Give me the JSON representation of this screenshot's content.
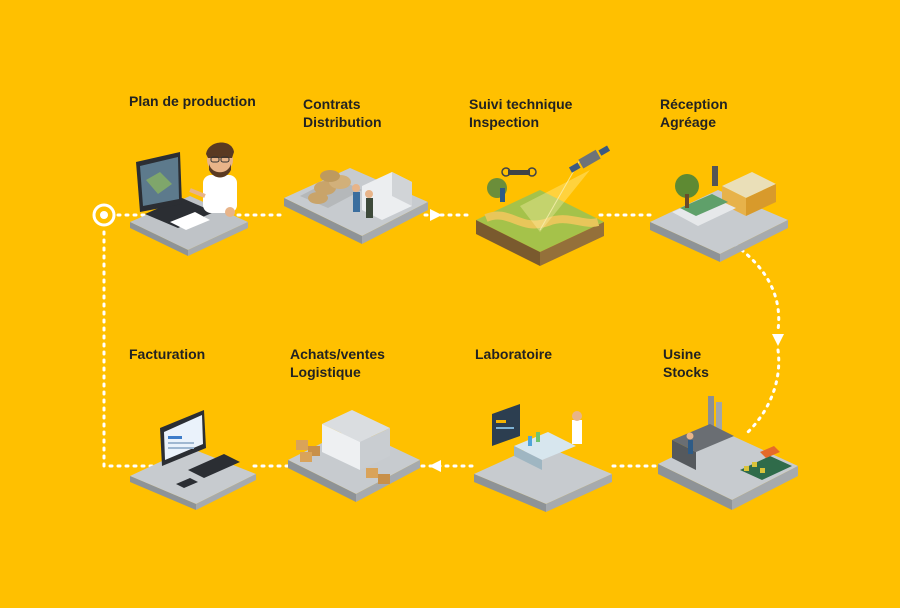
{
  "diagram": {
    "background": "#FFC000",
    "connector_color": "#FFFFFF",
    "top_row": [
      {
        "id": "plan",
        "lines": [
          "Plan de production"
        ],
        "icon": "laptop-farmer-icon"
      },
      {
        "id": "contrats",
        "lines": [
          "Contrats",
          "Distribution"
        ],
        "icon": "truck-sacks-icon"
      },
      {
        "id": "suivi",
        "lines": [
          "Suivi technique",
          "Inspection"
        ],
        "icon": "field-satellite-drone-icon"
      },
      {
        "id": "reception",
        "lines": [
          "Réception",
          "Agréage"
        ],
        "icon": "silo-truck-icon"
      }
    ],
    "bottom_row": [
      {
        "id": "facturation",
        "lines": [
          "Facturation"
        ],
        "icon": "computer-invoice-icon"
      },
      {
        "id": "achats",
        "lines": [
          "Achats/ventes",
          "Logistique"
        ],
        "icon": "warehouse-pallets-icon"
      },
      {
        "id": "laboratoire",
        "lines": [
          "Laboratoire"
        ],
        "icon": "lab-bench-icon"
      },
      {
        "id": "usine",
        "lines": [
          "Usine",
          "Stocks"
        ],
        "icon": "factory-stock-icon"
      }
    ]
  }
}
